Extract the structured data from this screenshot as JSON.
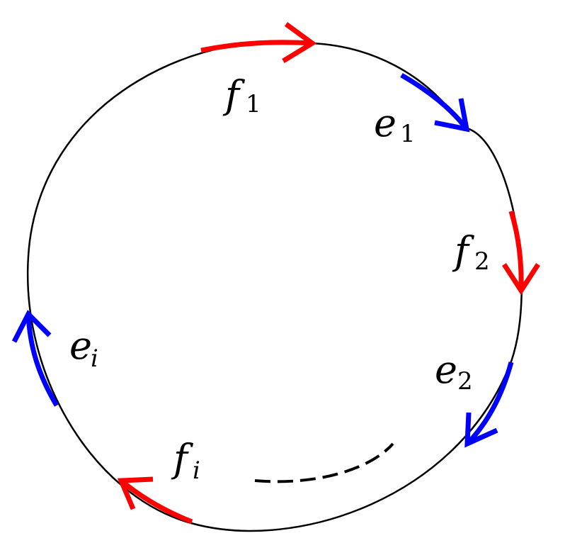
{
  "colors": {
    "circle": "#000000",
    "f_arc": "#ff0000",
    "e_arc": "#0000ff",
    "dash": "#000000",
    "background": "#ffffff"
  },
  "labels": {
    "f1": {
      "base": "f",
      "sub": "1"
    },
    "e1": {
      "base": "e",
      "sub": "1"
    },
    "f2": {
      "base": "f",
      "sub": "2"
    },
    "e2": {
      "base": "e",
      "sub": "2"
    },
    "fi": {
      "base": "f",
      "sub": "i"
    },
    "ei": {
      "base": "e",
      "sub": "i"
    }
  }
}
